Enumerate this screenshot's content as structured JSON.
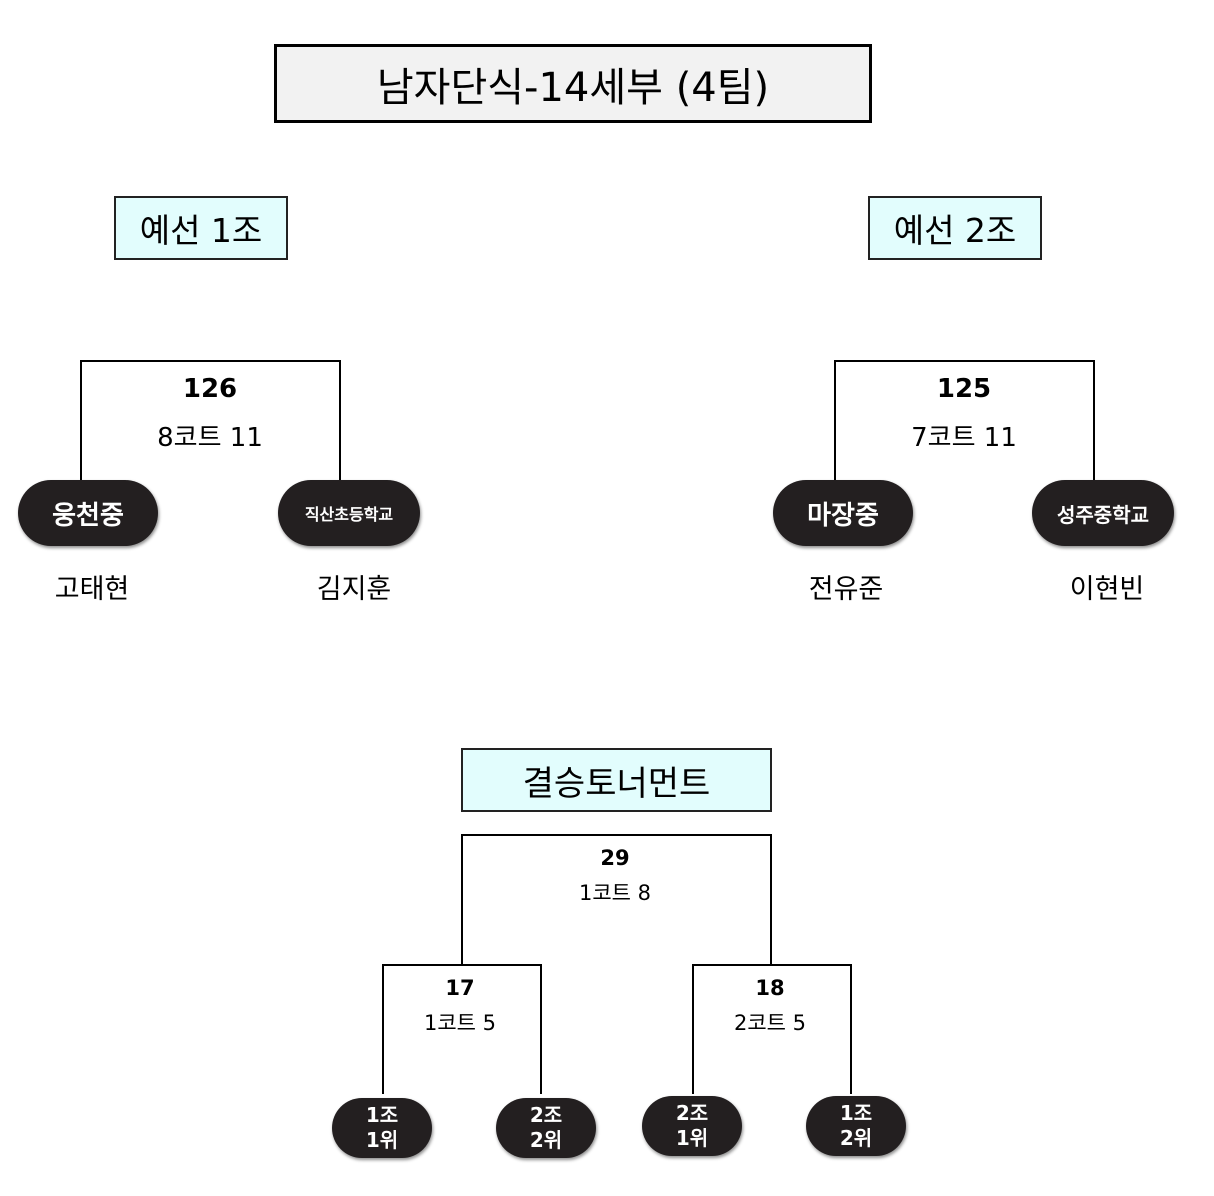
{
  "title": "남자단식-14세부 (4팀)",
  "groups": [
    {
      "label": "예선 1조",
      "match_no": "126",
      "court": "8코트 11",
      "teams": [
        {
          "school": "웅천중",
          "player": "고태현"
        },
        {
          "school": "직산초등학교",
          "player": "김지훈"
        }
      ]
    },
    {
      "label": "예선 2조",
      "match_no": "125",
      "court": "7코트 11",
      "teams": [
        {
          "school": "마장중",
          "player": "전유준"
        },
        {
          "school": "성주중학교",
          "player": "이현빈"
        }
      ]
    }
  ],
  "final": {
    "label": "결승토너먼트",
    "match_no": "29",
    "court": "1코트 8",
    "semis": [
      {
        "match_no": "17",
        "court": "1코트 5",
        "slots": [
          {
            "line1": "1조",
            "line2": "1위"
          },
          {
            "line1": "2조",
            "line2": "2위"
          }
        ]
      },
      {
        "match_no": "18",
        "court": "2코트 5",
        "slots": [
          {
            "line1": "2조",
            "line2": "1위"
          },
          {
            "line1": "1조",
            "line2": "2위"
          }
        ]
      }
    ]
  },
  "colors": {
    "title_bg": "#f2f2f2",
    "group_label_bg": "#e2fdfd",
    "pill_bg": "#231f20",
    "pill_text": "#ffffff"
  }
}
